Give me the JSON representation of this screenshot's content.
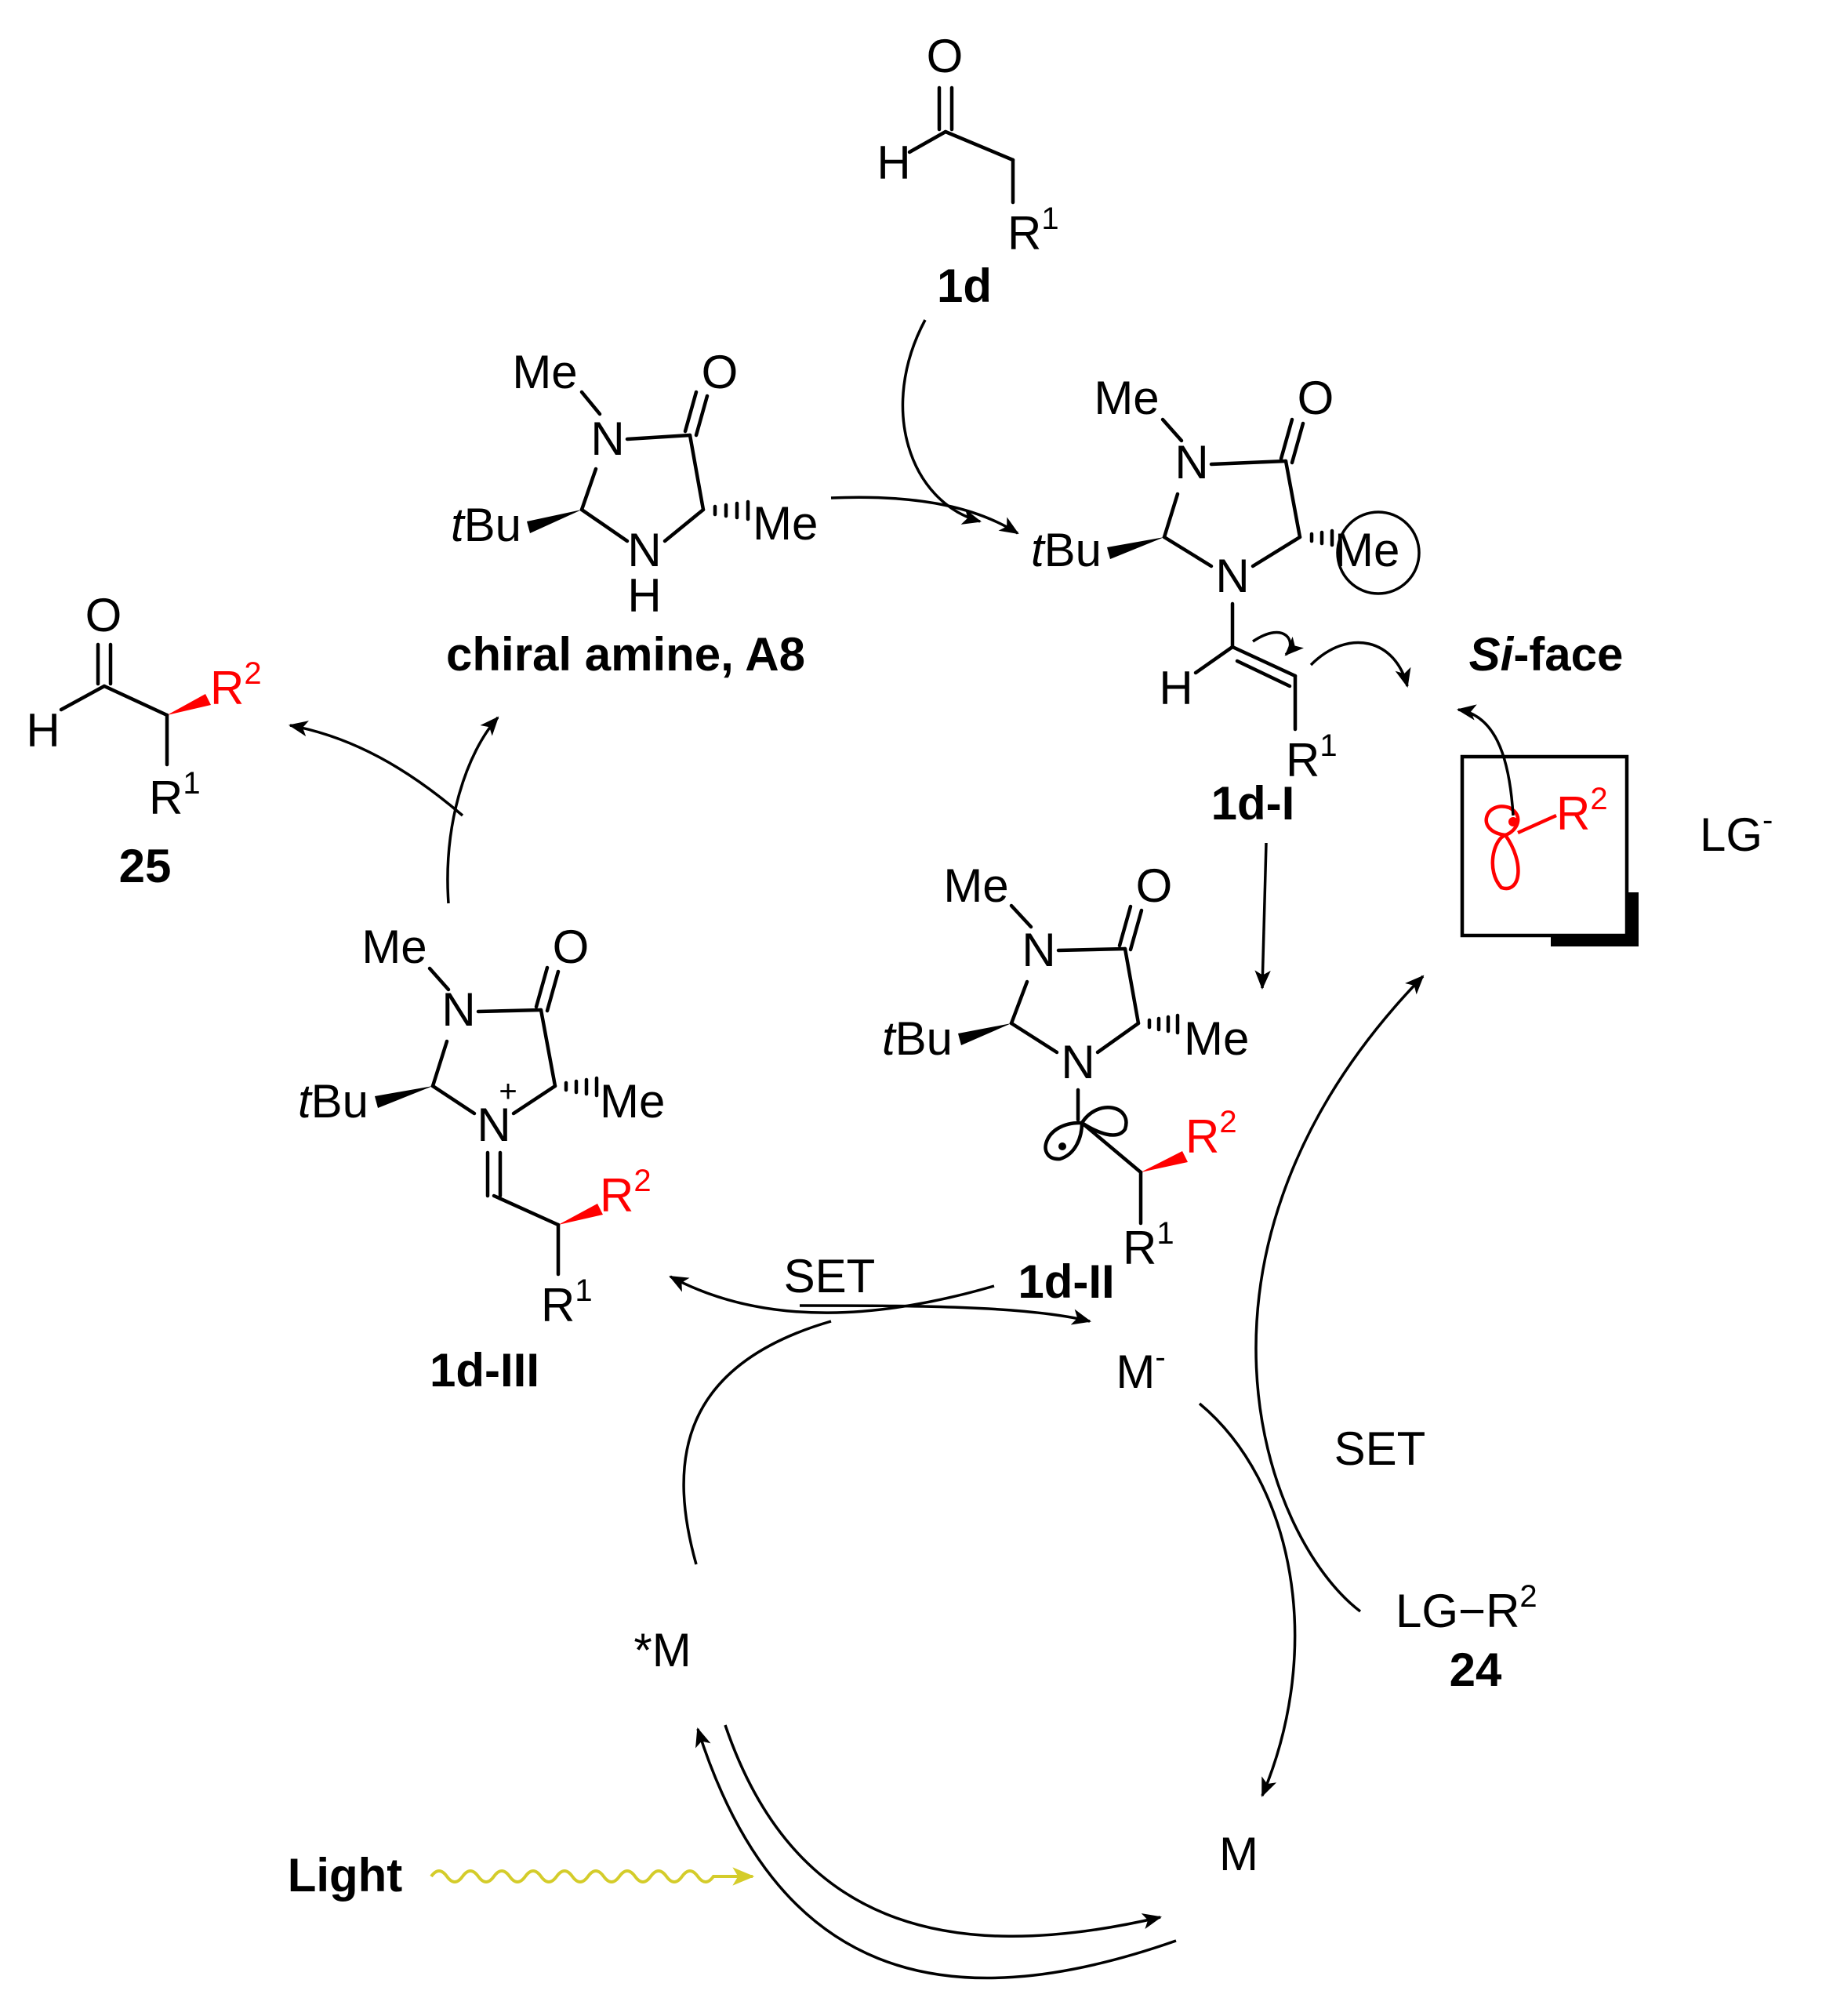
{
  "colors": {
    "ink": "#000000",
    "accent_red": "#ff0000",
    "light_yellow": "#d4cc2a"
  },
  "atoms": {
    "O": "O",
    "H": "H",
    "N": "N",
    "Me": "Me",
    "tBu_t": "t",
    "tBu_Bu": "Bu",
    "R": "R",
    "LG": "LG",
    "M": "M",
    "plus": "+",
    "minus": "-",
    "star": "*",
    "dot": "·"
  },
  "sup": {
    "one": "1",
    "two": "2"
  },
  "compounds": {
    "aldehyde_1d": "1d",
    "amine": "chiral amine, A8",
    "enamine": "1d-I",
    "radical": "1d-II",
    "iminium": "1d-III",
    "product": "25",
    "reagent": "24"
  },
  "labels": {
    "si_face_italic": "Si",
    "si_face_rest": "-face",
    "set_left": "SET",
    "set_right": "SET",
    "light": "Light",
    "lg_bond": "LG−R",
    "lg_anion": "LG"
  },
  "icons": [
    "curved-arrow-icon",
    "wavy-light-arrow-icon",
    "p-orbital-icon",
    "wedge-bond-icon",
    "hash-bond-icon"
  ]
}
